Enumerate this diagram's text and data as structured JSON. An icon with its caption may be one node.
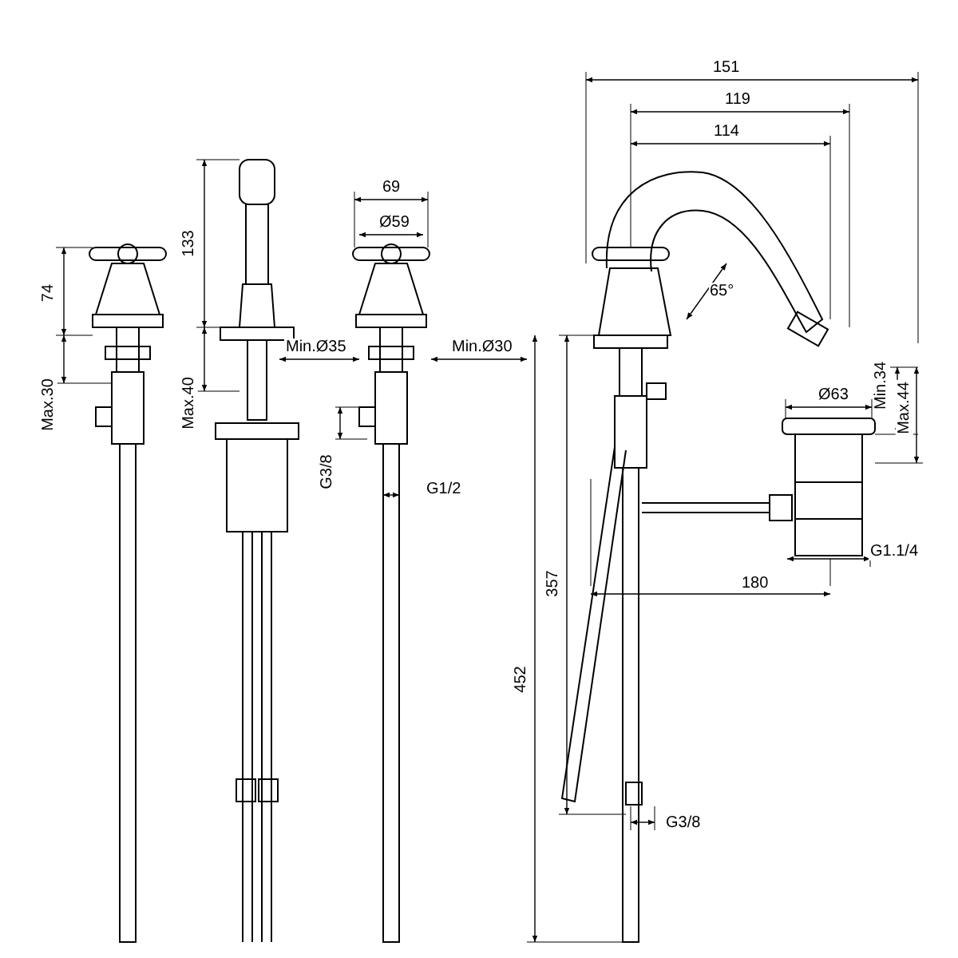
{
  "diagram": {
    "labels": [
      "151",
      "119",
      "114",
      "69",
      "Ø59",
      "133",
      "74",
      "65°",
      "Min.Ø35",
      "Min.Ø30",
      "Max.30",
      "Max.40",
      "Ø63",
      "Min.34",
      "Max.44",
      "G3/8",
      "G1/2",
      "G1.1/4",
      "180",
      "357",
      "452",
      "G3/8"
    ]
  }
}
